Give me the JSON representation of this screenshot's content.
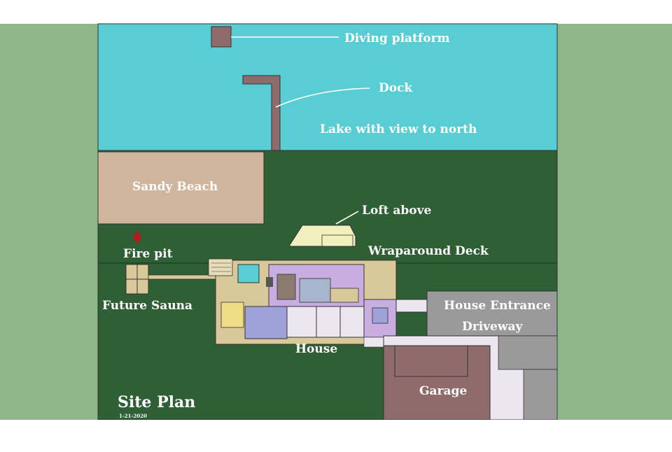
{
  "labels": {
    "diving_platform": "Diving platform",
    "dock": "Dock",
    "lake": "Lake with view to north",
    "sandy_beach": "Sandy Beach",
    "loft_above": "Loft above",
    "fire_pit": "Fire pit",
    "wraparound_deck": "Wraparound Deck",
    "future_sauna": "Future Sauna",
    "house_entrance": "House Entrance",
    "driveway": "Driveway",
    "house": "House",
    "garage": "Garage",
    "title": "Site Plan",
    "date": "1-21-2020"
  },
  "colors": {
    "outer_band": "#8fb78a",
    "grass": "#2f5f35",
    "lake": "#58cdd3",
    "dock": "#8f6b6b",
    "beach": "#cfb59c",
    "deck": "#d8c89a",
    "house_interior": "#ebe6f0",
    "house_purple": "#c8aee0",
    "pavement": "#9a9a9a",
    "garage_roof": "#8f6b6b",
    "label": "#ffffff"
  }
}
